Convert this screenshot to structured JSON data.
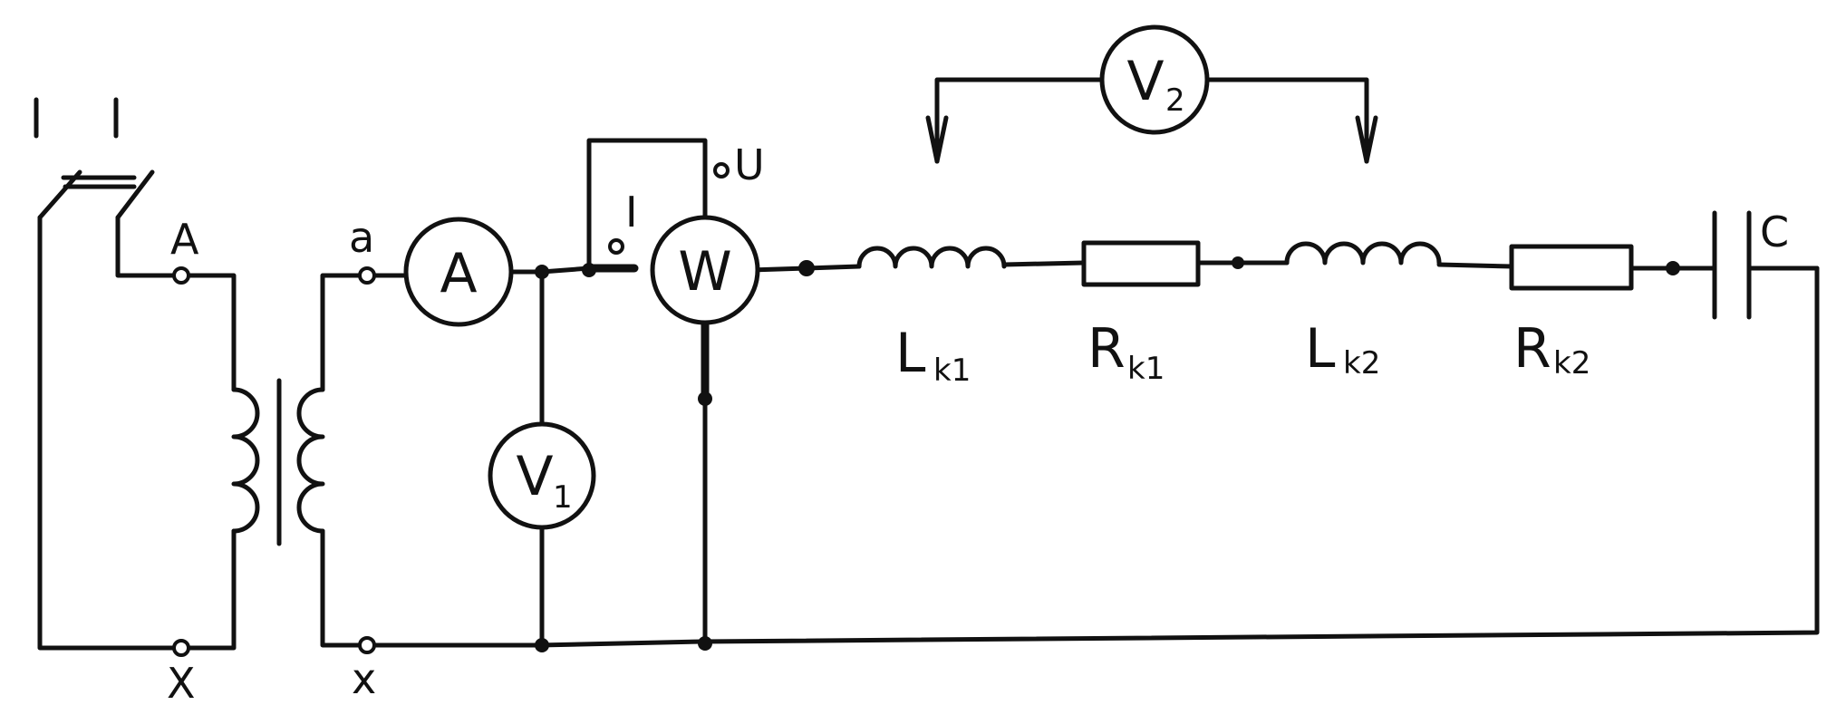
{
  "labels": {
    "terminal_A": "A",
    "terminal_X": "X",
    "terminal_a": "a",
    "terminal_x": "x",
    "wattmeter_current": "I",
    "wattmeter_voltage": "U",
    "ammeter": "A",
    "wattmeter": "W",
    "voltmeter1_main": "V",
    "voltmeter1_sub": "1",
    "voltmeter2_main": "V",
    "voltmeter2_sub": "2",
    "inductor1_main": "L",
    "inductor1_sub": "k1",
    "resistor1_main": "R",
    "resistor1_sub": "k1",
    "inductor2_main": "L",
    "inductor2_sub": "k2",
    "resistor2_main": "R",
    "resistor2_sub": "k2",
    "capacitor": "C"
  }
}
